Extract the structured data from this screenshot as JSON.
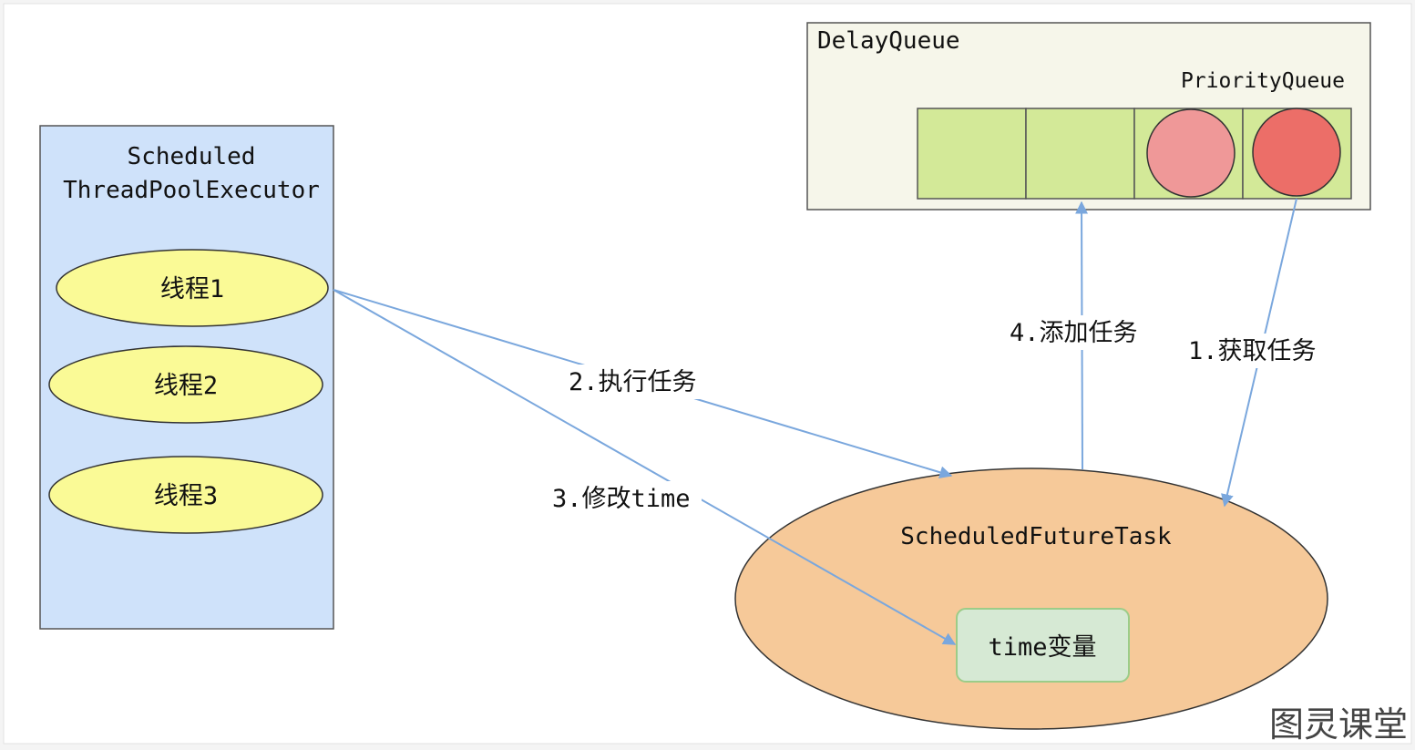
{
  "executor": {
    "title_line1": "Scheduled",
    "title_line2": "ThreadPoolExecutor",
    "threads": [
      "线程1",
      "线程2",
      "线程3"
    ]
  },
  "delay_queue": {
    "title": "DelayQueue",
    "priority_queue_label": "PriorityQueue"
  },
  "future_task": {
    "title": "ScheduledFutureTask",
    "time_var": "time变量"
  },
  "steps": {
    "step1": "1.获取任务",
    "step2": "2.执行任务",
    "step3": "3.修改time",
    "step4": "4.添加任务"
  },
  "watermark": "图灵课堂",
  "colors": {
    "executor_bg": "#cfe2fa",
    "thread_fill": "#fafa96",
    "queue_bg": "#f6f6ea",
    "slot_fill": "#d3e998",
    "circle_light": "#ef9898",
    "circle_dark": "#ec6e68",
    "task_fill": "#f6c999",
    "time_fill": "#d6e9d4",
    "arrow": "#7aa7dd"
  }
}
